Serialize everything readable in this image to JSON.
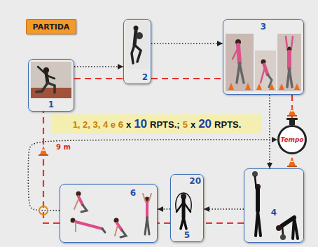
{
  "diagram": {
    "nodes": [
      {
        "text": [
          "PARTIDA"
        ]
      },
      {
        "text": [
          "1"
        ]
      },
      {
        "text": [
          "2"
        ]
      },
      {
        "text": [
          "3"
        ]
      },
      {
        "text": [
          "1, 2, 3, 4 e 6",
          "x",
          "10",
          "RPTS.;",
          "5",
          "x",
          "20",
          "RPTS."
        ]
      },
      {
        "text": [
          "Tempo"
        ]
      },
      {
        "text": [
          "6"
        ]
      },
      {
        "text": [
          "20",
          "5"
        ]
      },
      {
        "text": [
          "4"
        ]
      }
    ],
    "edges": [
      {
        "from": 1,
        "to": 2,
        "arrow": "to"
      },
      {
        "from": 2,
        "to": 3,
        "arrow": "to"
      },
      {
        "from": 3,
        "to": 8,
        "arrow": "to"
      },
      {
        "from": 8,
        "to": 7,
        "arrow": "to"
      },
      {
        "from": 7,
        "to": 6,
        "arrow": "to"
      },
      {
        "from": 6,
        "to": 5,
        "arrow": "to"
      },
      {
        "from": 1,
        "to": 2,
        "arrow": "none"
      },
      {
        "from": 2,
        "to": 3,
        "arrow": "none"
      },
      {
        "from": 3,
        "to": 8,
        "arrow": "none"
      },
      {
        "from": 8,
        "to": 7,
        "arrow": "none"
      },
      {
        "from": 7,
        "to": 6,
        "arrow": "none"
      },
      {
        "from": 6,
        "to": 1,
        "arrow": "none"
      }
    ],
    "labels": [
      "9 m"
    ]
  }
}
